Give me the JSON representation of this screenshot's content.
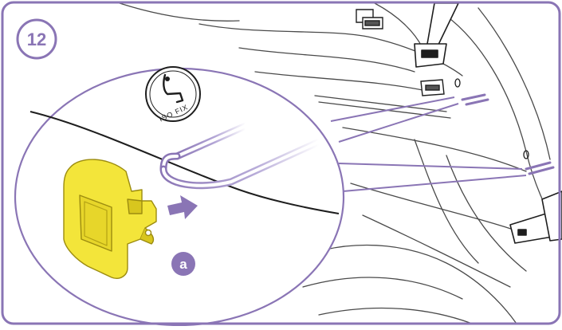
{
  "step": {
    "number": "12"
  },
  "callout": {
    "letter": "a"
  },
  "isofix_logo": {
    "text": "ISO FIX"
  },
  "colors": {
    "accent": "#8a75b5",
    "accent_light": "#a89ad0",
    "clip_yellow": "#f3e53a",
    "clip_yellow_dark": "#d8c61e",
    "line": "#2a2a2a",
    "seat_line": "#4a4a4a"
  },
  "icons": [
    "step-number-badge",
    "isofix-logo-icon",
    "isofix-guide-clip",
    "insert-arrow-icon",
    "callout-a-badge",
    "seat-belt-buckle",
    "isofix-anchor"
  ]
}
